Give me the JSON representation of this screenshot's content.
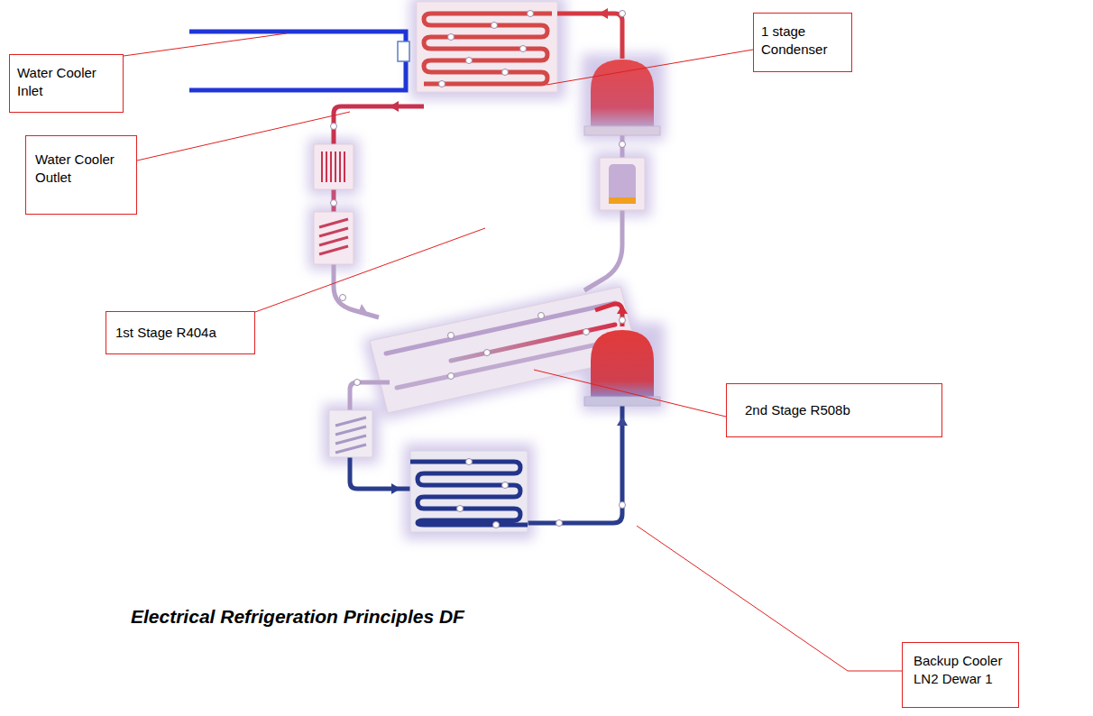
{
  "diagram": {
    "caption": "Electrical Refrigeration Principles DF",
    "nodes": [
      {
        "text": [
          "Water Cooler Inlet"
        ]
      },
      {
        "text": [
          "1 stage Condenser"
        ]
      },
      {
        "text": [
          "Water Cooler Outlet"
        ]
      },
      {
        "text": [
          "1st Stage R404a"
        ]
      },
      {
        "text": [
          "2nd Stage R508b"
        ]
      },
      {
        "text": [
          "Backup Cooler LN2 Dewar 1"
        ]
      }
    ]
  }
}
